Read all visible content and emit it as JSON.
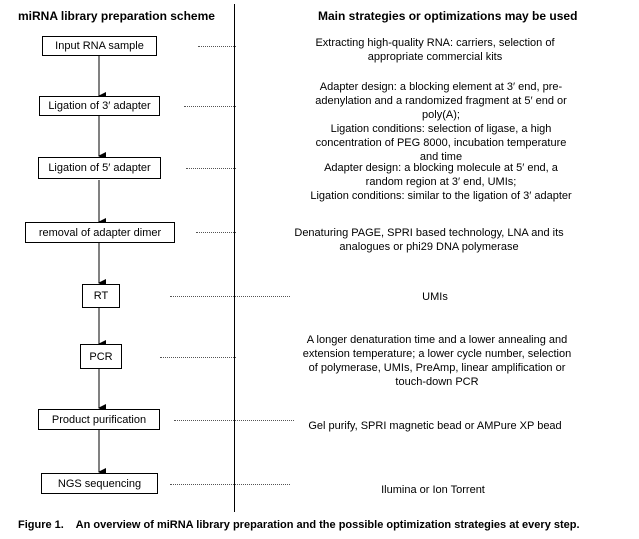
{
  "header": {
    "left": "miRNA library preparation scheme",
    "right": "Main strategies or optimizations may be used"
  },
  "steps": [
    {
      "label": "Input RNA sample",
      "note": [
        "Extracting high-quality RNA: carriers, selection of appropriate commercial kits"
      ]
    },
    {
      "label": "Ligation of 3′ adapter",
      "note": [
        "Adapter design: a blocking element at 3′ end, pre-adenylation and a randomized fragment at 5′ end or poly(A);",
        "Ligation conditions: selection of ligase, a high concentration of PEG 8000, incubation temperature and time"
      ]
    },
    {
      "label": "Ligation of 5′ adapter",
      "note": [
        "Adapter design: a blocking molecule at 5′ end, a random region at 3′ end, UMIs;",
        "Ligation conditions: similar to the ligation of 3′ adapter"
      ]
    },
    {
      "label": "removal of adapter dimer",
      "note": [
        "Denaturing PAGE, SPRI based technology, LNA and its analogues or phi29 DNA polymerase"
      ]
    },
    {
      "label": "RT",
      "note": [
        "UMIs"
      ]
    },
    {
      "label": "PCR",
      "note": [
        "A longer denaturation time and a lower annealing and extension temperature; a lower cycle number, selection of polymerase, UMIs, PreAmp, linear amplification or touch-down PCR"
      ]
    },
    {
      "label": "Product purification",
      "note": [
        "Gel purify, SPRI magnetic bead or AMPure XP bead"
      ]
    },
    {
      "label": "NGS sequencing",
      "note": [
        "Ilumina or Ion Torrent"
      ]
    }
  ],
  "caption": "Figure 1.    An overview of miRNA library preparation and the possible optimization strategies at every step."
}
